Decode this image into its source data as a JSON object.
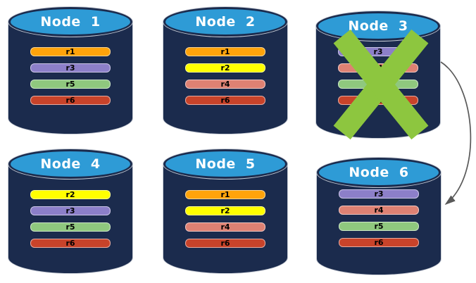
{
  "diagram_name": "replica-redistribution-after-node-failure",
  "colors": {
    "background": "#FFFFFF",
    "cylinder_body": "#1B2B4D",
    "cylinder_top_fill": "#2E9BD6",
    "cylinder_top_border": "#1B2B4D",
    "node_title_text": "#FFFFFF",
    "replica_label_text": "#000000",
    "failure_x": "#8DC63F",
    "arrow": "#595959"
  },
  "nodes": [
    {
      "id": "node-1",
      "title": "Node 1",
      "failed": false,
      "replicas": [
        {
          "label": "r1",
          "color": "#FFA30B"
        },
        {
          "label": "r3",
          "color": "#8C7FC9"
        },
        {
          "label": "r5",
          "color": "#8FC87E"
        },
        {
          "label": "r6",
          "color": "#C8432A"
        }
      ]
    },
    {
      "id": "node-2",
      "title": "Node 2",
      "failed": false,
      "replicas": [
        {
          "label": "r1",
          "color": "#FFA30B"
        },
        {
          "label": "r2",
          "color": "#FFFF00"
        },
        {
          "label": "r4",
          "color": "#DE8173"
        },
        {
          "label": "r6",
          "color": "#C8432A"
        }
      ]
    },
    {
      "id": "node-3",
      "title": "Node 3",
      "failed": true,
      "replicas": [
        {
          "label": "r3",
          "color": "#8C7FC9"
        },
        {
          "label": "r4",
          "color": "#DE8173"
        },
        {
          "label": "r5",
          "color": "#8FC87E"
        },
        {
          "label": "r6",
          "color": "#C8432A"
        }
      ]
    },
    {
      "id": "node-4",
      "title": "Node 4",
      "failed": false,
      "replicas": [
        {
          "label": "r2",
          "color": "#FFFF00"
        },
        {
          "label": "r3",
          "color": "#8C7FC9"
        },
        {
          "label": "r5",
          "color": "#8FC87E"
        },
        {
          "label": "r6",
          "color": "#C8432A"
        }
      ]
    },
    {
      "id": "node-5",
      "title": "Node 5",
      "failed": false,
      "replicas": [
        {
          "label": "r1",
          "color": "#FFA30B"
        },
        {
          "label": "r2",
          "color": "#FFFF00"
        },
        {
          "label": "r4",
          "color": "#DE8173"
        },
        {
          "label": "r6",
          "color": "#C8432A"
        }
      ]
    },
    {
      "id": "node-6",
      "title": "Node 6",
      "failed": false,
      "replicas": [
        {
          "label": "r3",
          "color": "#8C7FC9"
        },
        {
          "label": "r4",
          "color": "#DE8173"
        },
        {
          "label": "r5",
          "color": "#8FC87E"
        },
        {
          "label": "r6",
          "color": "#C8432A"
        }
      ]
    }
  ],
  "arrow": {
    "from": "Node 3",
    "to": "Node 6"
  }
}
